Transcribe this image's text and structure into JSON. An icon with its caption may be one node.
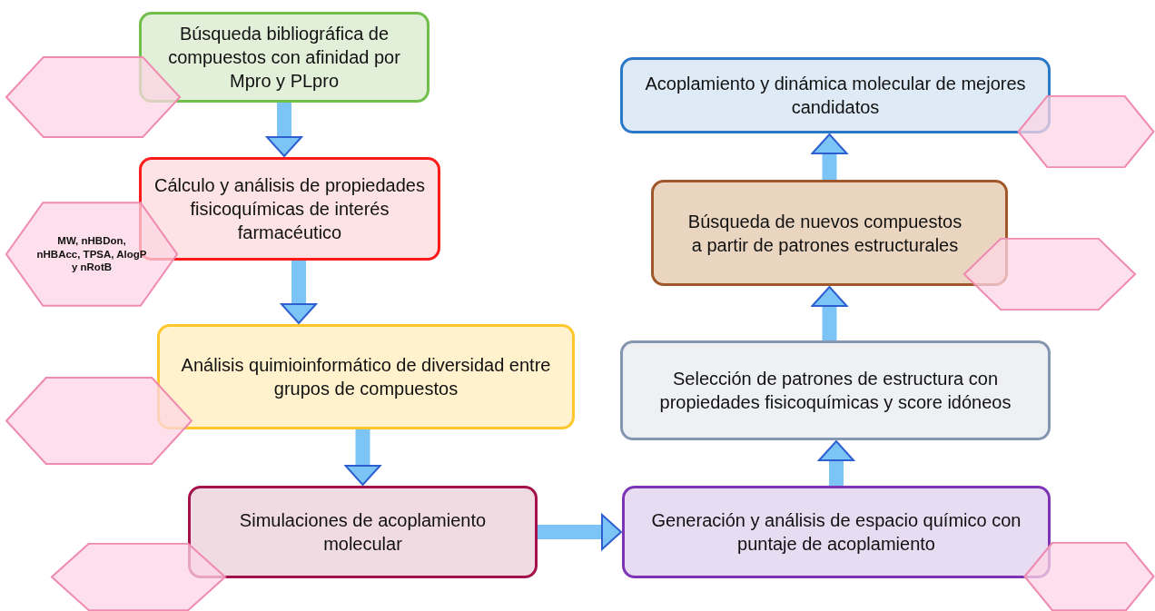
{
  "diagram": {
    "nodes": [
      {
        "text": [
          "Búsqueda bibliográfica de compuestos con afinidad por Mpro y PLpro"
        ]
      },
      {
        "text": [],
        "shape": "hexagon"
      },
      {
        "text": [
          "Cálculo y análisis de propiedades fisicoquímicas de interés farmacéutico"
        ]
      },
      {
        "text": [
          "MW, nHBDon, nHBAcc, TPSA, AlogP y nRotB"
        ]
      },
      {
        "text": [
          "Análisis quimioinformático de diversidad entre grupos de compuestos"
        ]
      },
      {
        "text": [],
        "shape": "hexagon"
      },
      {
        "text": [
          "Simulaciones de acoplamiento molecular"
        ]
      },
      {
        "text": [],
        "shape": "hexagon"
      },
      {
        "text": [
          "Generación y análisis de espacio químico con puntaje de acoplamiento"
        ]
      },
      {
        "text": [],
        "shape": "hexagon"
      },
      {
        "text": [
          "Selección de patrones de estructura con propiedades fisicoquímicas y score idóneos"
        ]
      },
      {
        "text": [
          "Búsqueda de nuevos compuestos a partir de patrones estructurales"
        ]
      },
      {
        "text": [],
        "shape": "hexagon"
      },
      {
        "text": [
          "Acoplamiento y dinámica molecular de mejores candidatos"
        ]
      },
      {
        "text": [],
        "shape": "hexagon"
      }
    ],
    "edges": [
      {
        "from": 0,
        "to": 2,
        "arrow": "to"
      },
      {
        "from": 2,
        "to": 4,
        "arrow": "to"
      },
      {
        "from": 4,
        "to": 6,
        "arrow": "to"
      },
      {
        "from": 6,
        "to": 8,
        "arrow": "to"
      },
      {
        "from": 8,
        "to": 10,
        "arrow": "to"
      },
      {
        "from": 10,
        "to": 11,
        "arrow": "to"
      },
      {
        "from": 11,
        "to": 13,
        "arrow": "to"
      }
    ]
  }
}
